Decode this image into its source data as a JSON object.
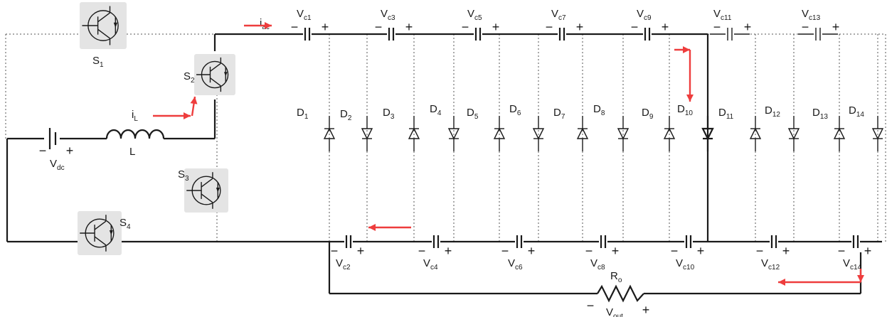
{
  "source": {
    "main": "V",
    "sub": "dc"
  },
  "inductor": {
    "name": "L",
    "current": {
      "main": "i",
      "sub": "L"
    }
  },
  "ac_current": {
    "main": "i",
    "sub": "ac"
  },
  "switches": [
    "S",
    "S",
    "S",
    "S"
  ],
  "switch_subs": [
    "1",
    "2",
    "3",
    "4"
  ],
  "top_caps": [
    {
      "main": "V",
      "sub": "c1"
    },
    {
      "main": "V",
      "sub": "c3"
    },
    {
      "main": "V",
      "sub": "c5"
    },
    {
      "main": "V",
      "sub": "c7"
    },
    {
      "main": "V",
      "sub": "c9"
    },
    {
      "main": "V",
      "sub": "c11"
    },
    {
      "main": "V",
      "sub": "c13"
    }
  ],
  "bottom_caps": [
    {
      "main": "V",
      "sub": "c2"
    },
    {
      "main": "V",
      "sub": "c4"
    },
    {
      "main": "V",
      "sub": "c6"
    },
    {
      "main": "V",
      "sub": "c8"
    },
    {
      "main": "V",
      "sub": "c10"
    },
    {
      "main": "V",
      "sub": "c12"
    },
    {
      "main": "V",
      "sub": "c14"
    }
  ],
  "diodes": [
    {
      "main": "D",
      "sub": "1"
    },
    {
      "main": "D",
      "sub": "2"
    },
    {
      "main": "D",
      "sub": "3"
    },
    {
      "main": "D",
      "sub": "4"
    },
    {
      "main": "D",
      "sub": "5"
    },
    {
      "main": "D",
      "sub": "6"
    },
    {
      "main": "D",
      "sub": "7"
    },
    {
      "main": "D",
      "sub": "8"
    },
    {
      "main": "D",
      "sub": "9"
    },
    {
      "main": "D",
      "sub": "10"
    },
    {
      "main": "D",
      "sub": "11"
    },
    {
      "main": "D",
      "sub": "12"
    },
    {
      "main": "D",
      "sub": "13"
    },
    {
      "main": "D",
      "sub": "14"
    }
  ],
  "load": {
    "main": "R",
    "sub": "o"
  },
  "output": {
    "main": "V",
    "sub": "out"
  },
  "colors": {
    "wire": "#1a1a1a",
    "arrow": "#ee3d3d",
    "switch_bg": "#e4e4e4"
  }
}
